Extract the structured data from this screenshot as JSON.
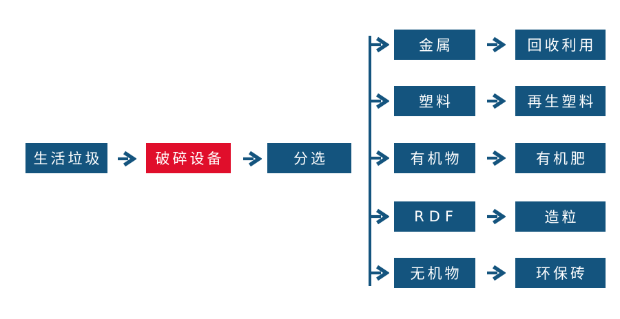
{
  "diagram": {
    "colors": {
      "primary_blue": "#14547e",
      "accent_red": "#e00e2b",
      "label_text": "#ffffff",
      "background": "#ffffff"
    },
    "main_flow": [
      {
        "label": "生活垃圾",
        "variant": "blue"
      },
      {
        "label": "破碎设备",
        "variant": "red"
      },
      {
        "label": "分选",
        "variant": "blue"
      }
    ],
    "branches": [
      {
        "source": "金属",
        "result": "回收利用"
      },
      {
        "source": "塑料",
        "result": "再生塑料"
      },
      {
        "source": "有机物",
        "result": "有机肥"
      },
      {
        "source": "RDF",
        "result": "造粒"
      },
      {
        "source": "无机物",
        "result": "环保砖"
      }
    ]
  }
}
